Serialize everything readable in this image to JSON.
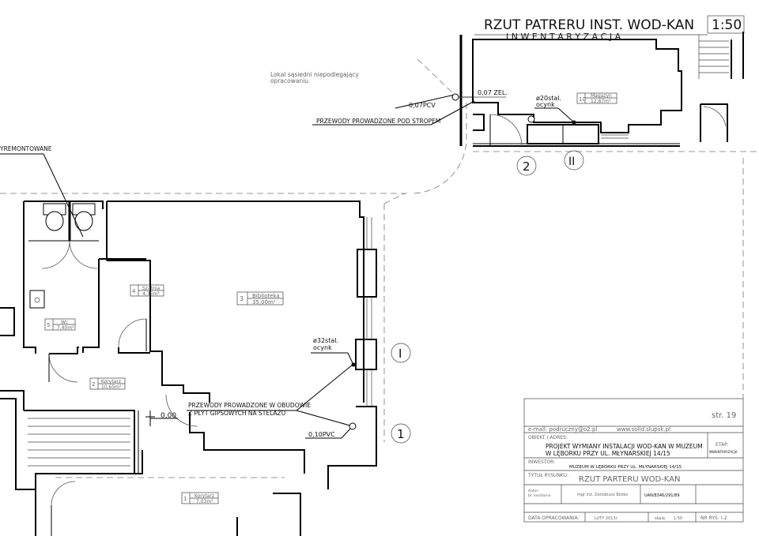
{
  "title": {
    "main": "RZUT PATRERU INST. WOD-KAN",
    "sub": "I N W E N T A R Y Z A C J A",
    "scale": "1:50"
  },
  "notes": {
    "adjacent_line1": "Lokal sąsiedni niepodlegający",
    "adjacent_line2": "opracowaniu",
    "unrenovated": "YREMONTOWANE",
    "pipe_top_ceiling": "PRZEWODY PROWADZONE POD STROPEM",
    "pipe_enclosure_line1": "PRZEWODY PROWADZONE W OBUDOWIE",
    "pipe_enclosure_line2": "Z PŁYT GIPSOWYCH NA STELAŻU",
    "pvc_top": "0,07PCV",
    "zel": "0,07 ZEL.",
    "stal20_line1": "ø20stal.",
    "stal20_line2": "ocynk",
    "stal32_line1": "ø32stal.",
    "stal32_line2": "ocynk",
    "pvc_bottom": "0,10PVC",
    "level": "0,00"
  },
  "rooms": [
    {
      "no": "10",
      "name": "Magazyn",
      "area": "12,87m²"
    },
    {
      "no": "3",
      "name": "Biblioteka",
      "area": "35,00m²"
    },
    {
      "no": "4",
      "name": "Szatnia",
      "area": "4,35m²"
    },
    {
      "no": "5",
      "name": "Wc",
      "area": "7,40m²"
    },
    {
      "no": "2",
      "name": "Korytarz",
      "area": "10,65m²"
    },
    {
      "no": "1",
      "name": "Korytarz",
      "area": "7,03m²"
    }
  ],
  "risers": [
    {
      "id": "I",
      "label": "I"
    },
    {
      "id": "II",
      "label": "II"
    },
    {
      "id": "1",
      "label": "1"
    },
    {
      "id": "2",
      "label": "2"
    }
  ],
  "titleblock": {
    "page": "str. 19",
    "email": "e-mail: podruczny@o2.pl",
    "www": "www.solid.slupsk.pl",
    "obiekt_label": "OBIEKT / ADRES:",
    "project_line1": "PROJEKT WYMIANY INSTALACJI WOD-KAN W MUZEUM",
    "project_line2": "W LĘBORKU PRZY UL. MŁYNARSKIEJ 14/15",
    "etap_label": "ETAP:",
    "etap_value": "INWENTARYZACJA",
    "inwestor_label": "INWESTOR:",
    "inwestor_value": "MUZEUM W LĘBORKU PRZY UL. MŁYNARSKIEJ 14/15",
    "tytul_label": "TYTUŁ RYSUNKU:",
    "tytul_value": "RZUT PARTERU WOD-KAN",
    "autor_label1": "Autor:",
    "autor_label2": "br. konitarna",
    "autor_value": "mgr inż. Zenobiusz Bosko",
    "license": "UAN/8346/291/89",
    "data_label": "DATA OPRACOWANIA:",
    "data_value": "LUTY 2013r.",
    "skala_label": "skala",
    "skala_value": "1:50",
    "nr_label": "NR RYS:",
    "nr_value": "I-2"
  }
}
